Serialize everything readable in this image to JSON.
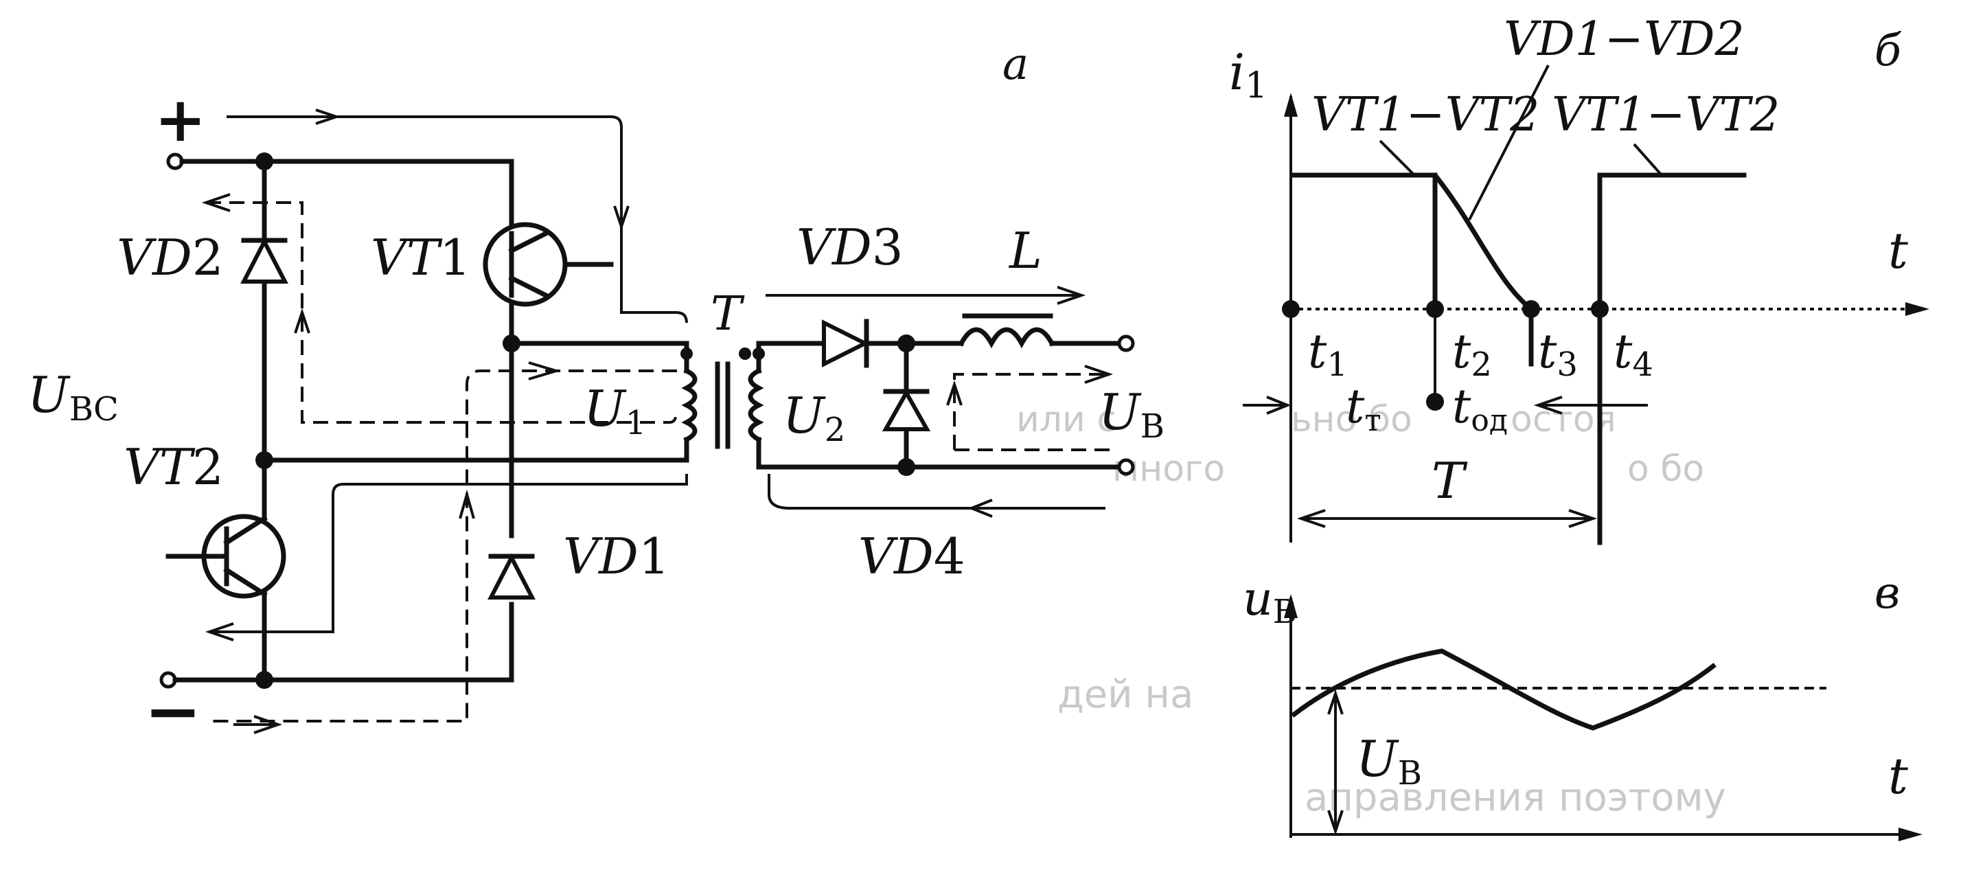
{
  "panel_labels": {
    "a": "а",
    "b": "б",
    "v": "в"
  },
  "circuit": {
    "plus": "+",
    "minus": "−",
    "input_voltage": {
      "base": "U",
      "sub": "ВС"
    },
    "output_voltage": {
      "base": "U",
      "sub": "В"
    },
    "transistors": [
      {
        "base": "VT",
        "num": "1"
      },
      {
        "base": "VT",
        "num": "2"
      }
    ],
    "diodes": [
      {
        "base": "VD",
        "num": "1"
      },
      {
        "base": "VD",
        "num": "2"
      },
      {
        "base": "VD",
        "num": "3"
      },
      {
        "base": "VD",
        "num": "4"
      }
    ],
    "transformer": "T",
    "inductor": "L",
    "primary_voltage": {
      "base": "U",
      "sub": "1"
    },
    "secondary_voltage": {
      "base": "U",
      "sub": "2"
    }
  },
  "current_plot": {
    "ylabel": {
      "base": "i",
      "sub": "1"
    },
    "xlabel": "t",
    "annotations": [
      {
        "text": "VT1−VT2"
      },
      {
        "text": "VD1−VD2"
      },
      {
        "text": "VT1−VT2"
      }
    ],
    "times": [
      {
        "base": "t",
        "sub": "1"
      },
      {
        "base": "t",
        "sub": "2"
      },
      {
        "base": "t",
        "sub": "3"
      },
      {
        "base": "t",
        "sub": "4"
      }
    ],
    "t_t": {
      "base": "t",
      "sub": "т"
    },
    "t_od": {
      "base": "t",
      "sub": "од"
    },
    "period": "T"
  },
  "voltage_plot": {
    "ylabel": {
      "base": "u",
      "sub": "В"
    },
    "xlabel": "t",
    "dc_level": {
      "base": "U",
      "sub": "В"
    }
  },
  "page_text_fragments": [
    "или с",
    "ьно бо",
    "остоя",
    "много",
    "о бо",
    "дей на",
    "аправления",
    "поэтому"
  ]
}
